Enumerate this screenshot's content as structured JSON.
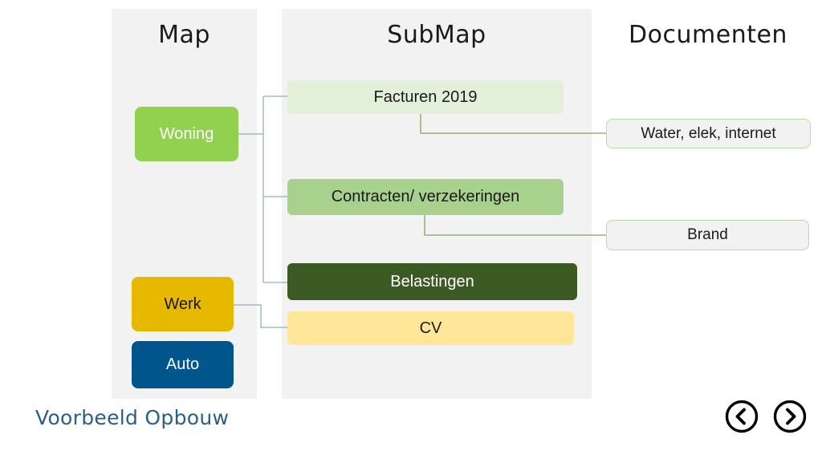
{
  "columns": {
    "map": "Map",
    "submap": "SubMap",
    "documenten": "Documenten"
  },
  "maps": {
    "woning": "Woning",
    "werk": "Werk",
    "auto": "Auto"
  },
  "submaps": {
    "facturen": "Facturen 2019",
    "contracten": "Contracten/ verzekeringen",
    "belastingen": "Belastingen",
    "cv": "CV"
  },
  "documents": {
    "water": "Water, elek, internet",
    "brand": "Brand"
  },
  "footer": {
    "title": "Voorbeeld Opbouw"
  },
  "nav": {
    "prev_icon": "chevron-left-circle-icon",
    "next_icon": "chevron-right-circle-icon"
  },
  "colors": {
    "woning": "#92d050",
    "werk": "#e6b800",
    "auto": "#00558c",
    "facturen": "#e2f0d9",
    "contracten": "#a9d18e",
    "belastingen": "#3b5a24",
    "cv": "#ffe699",
    "connector": "#8eaec2"
  }
}
